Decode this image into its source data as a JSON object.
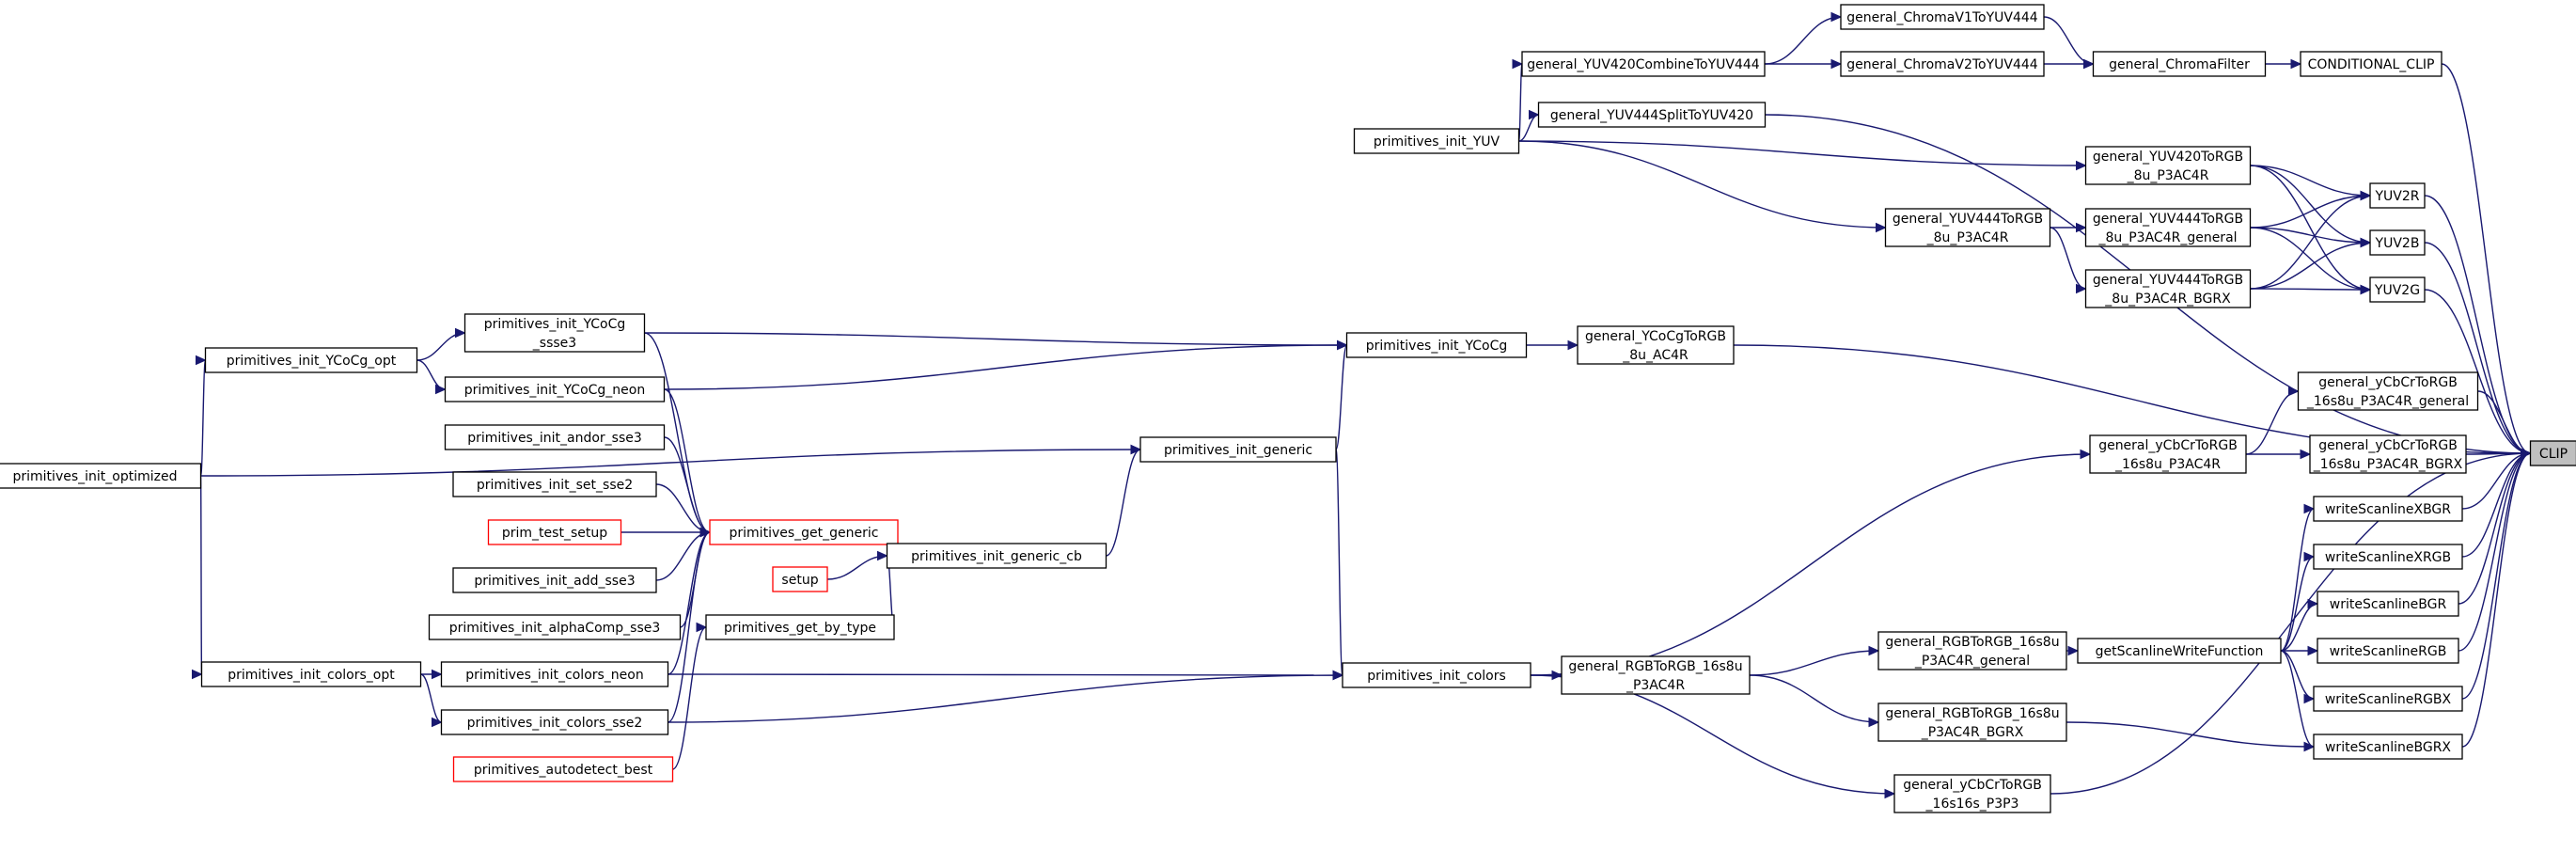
{
  "graph": {
    "title": "",
    "root": "CLIP",
    "nodes": [
      {
        "id": "clip",
        "lines": [
          "CLIP"
        ],
        "kind": "root"
      },
      {
        "id": "cond_clip",
        "lines": [
          "CONDITIONAL_CLIP"
        ],
        "kind": "normal"
      },
      {
        "id": "chroma_filter",
        "lines": [
          "general_ChromaFilter"
        ],
        "kind": "normal"
      },
      {
        "id": "chroma_v1",
        "lines": [
          "general_ChromaV1ToYUV444"
        ],
        "kind": "normal"
      },
      {
        "id": "chroma_v2",
        "lines": [
          "general_ChromaV2ToYUV444"
        ],
        "kind": "normal"
      },
      {
        "id": "yuv420combine",
        "lines": [
          "general_YUV420CombineToYUV444"
        ],
        "kind": "normal"
      },
      {
        "id": "yuv444split",
        "lines": [
          "general_YUV444SplitToYUV420"
        ],
        "kind": "normal"
      },
      {
        "id": "init_yuv",
        "lines": [
          "primitives_init_YUV"
        ],
        "kind": "normal"
      },
      {
        "id": "yuv420torgb",
        "lines": [
          "general_YUV420ToRGB",
          "_8u_P3AC4R"
        ],
        "kind": "normal"
      },
      {
        "id": "yuv444torgb",
        "lines": [
          "general_YUV444ToRGB",
          "_8u_P3AC4R"
        ],
        "kind": "normal"
      },
      {
        "id": "yuv444torgb_gen",
        "lines": [
          "general_YUV444ToRGB",
          "_8u_P3AC4R_general"
        ],
        "kind": "normal"
      },
      {
        "id": "yuv444torgb_bgrx",
        "lines": [
          "general_YUV444ToRGB",
          "_8u_P3AC4R_BGRX"
        ],
        "kind": "normal"
      },
      {
        "id": "yuv2r",
        "lines": [
          "YUV2R"
        ],
        "kind": "normal"
      },
      {
        "id": "yuv2b",
        "lines": [
          "YUV2B"
        ],
        "kind": "normal"
      },
      {
        "id": "yuv2g",
        "lines": [
          "YUV2G"
        ],
        "kind": "normal"
      },
      {
        "id": "ycocg_torgb",
        "lines": [
          "general_YCoCgToRGB",
          "_8u_AC4R"
        ],
        "kind": "normal"
      },
      {
        "id": "init_ycocg",
        "lines": [
          "primitives_init_YCoCg"
        ],
        "kind": "normal"
      },
      {
        "id": "init_ycocg_ssse3",
        "lines": [
          "primitives_init_YCoCg",
          "_ssse3"
        ],
        "kind": "normal"
      },
      {
        "id": "init_ycocg_neon",
        "lines": [
          "primitives_init_YCoCg_neon"
        ],
        "kind": "normal"
      },
      {
        "id": "init_ycocg_opt",
        "lines": [
          "primitives_init_YCoCg_opt"
        ],
        "kind": "normal"
      },
      {
        "id": "init_optimized",
        "lines": [
          "primitives_init_optimized"
        ],
        "kind": "normal"
      },
      {
        "id": "ycbcr_gen",
        "lines": [
          "general_yCbCrToRGB",
          "_16s8u_P3AC4R_general"
        ],
        "kind": "normal"
      },
      {
        "id": "ycbcr_bgrx",
        "lines": [
          "general_yCbCrToRGB",
          "_16s8u_P3AC4R_BGRX"
        ],
        "kind": "normal"
      },
      {
        "id": "ycbcr_p3ac4r",
        "lines": [
          "general_yCbCrToRGB",
          "_16s8u_P3AC4R"
        ],
        "kind": "normal"
      },
      {
        "id": "init_generic",
        "lines": [
          "primitives_init_generic"
        ],
        "kind": "normal"
      },
      {
        "id": "andor_sse3",
        "lines": [
          "primitives_init_andor_sse3"
        ],
        "kind": "normal"
      },
      {
        "id": "set_sse2",
        "lines": [
          "primitives_init_set_sse2"
        ],
        "kind": "normal"
      },
      {
        "id": "prim_test_setup",
        "lines": [
          "prim_test_setup"
        ],
        "kind": "red"
      },
      {
        "id": "get_generic",
        "lines": [
          "primitives_get_generic"
        ],
        "kind": "red"
      },
      {
        "id": "add_sse3",
        "lines": [
          "primitives_init_add_sse3"
        ],
        "kind": "normal"
      },
      {
        "id": "alphacomp_sse3",
        "lines": [
          "primitives_init_alphaComp_sse3"
        ],
        "kind": "normal"
      },
      {
        "id": "setup",
        "lines": [
          "setup"
        ],
        "kind": "red"
      },
      {
        "id": "init_generic_cb",
        "lines": [
          "primitives_init_generic_cb"
        ],
        "kind": "normal"
      },
      {
        "id": "get_by_type",
        "lines": [
          "primitives_get_by_type"
        ],
        "kind": "normal"
      },
      {
        "id": "autodetect_best",
        "lines": [
          "primitives_autodetect_best"
        ],
        "kind": "red"
      },
      {
        "id": "init_colors_opt",
        "lines": [
          "primitives_init_colors_opt"
        ],
        "kind": "normal"
      },
      {
        "id": "init_colors_neon",
        "lines": [
          "primitives_init_colors_neon"
        ],
        "kind": "normal"
      },
      {
        "id": "init_colors_sse2",
        "lines": [
          "primitives_init_colors_sse2"
        ],
        "kind": "normal"
      },
      {
        "id": "init_colors",
        "lines": [
          "primitives_init_colors"
        ],
        "kind": "normal"
      },
      {
        "id": "rgbtorgb",
        "lines": [
          "general_RGBToRGB_16s8u",
          "_P3AC4R"
        ],
        "kind": "normal"
      },
      {
        "id": "rgbtorgb_gen",
        "lines": [
          "general_RGBToRGB_16s8u",
          "_P3AC4R_general"
        ],
        "kind": "normal"
      },
      {
        "id": "rgbtorgb_bgrx",
        "lines": [
          "general_RGBToRGB_16s8u",
          "_P3AC4R_BGRX"
        ],
        "kind": "normal"
      },
      {
        "id": "ycbcr_p3p3",
        "lines": [
          "general_yCbCrToRGB",
          "_16s16s_P3P3"
        ],
        "kind": "normal"
      },
      {
        "id": "get_scanline",
        "lines": [
          "getScanlineWriteFunction"
        ],
        "kind": "normal"
      },
      {
        "id": "ws_xbgr",
        "lines": [
          "writeScanlineXBGR"
        ],
        "kind": "normal"
      },
      {
        "id": "ws_xrgb",
        "lines": [
          "writeScanlineXRGB"
        ],
        "kind": "normal"
      },
      {
        "id": "ws_bgr",
        "lines": [
          "writeScanlineBGR"
        ],
        "kind": "normal"
      },
      {
        "id": "ws_rgb",
        "lines": [
          "writeScanlineRGB"
        ],
        "kind": "normal"
      },
      {
        "id": "ws_rgbx",
        "lines": [
          "writeScanlineRGBX"
        ],
        "kind": "normal"
      },
      {
        "id": "ws_bgrx",
        "lines": [
          "writeScanlineBGRX"
        ],
        "kind": "normal"
      }
    ],
    "edges": [
      [
        "cond_clip",
        "clip"
      ],
      [
        "chroma_filter",
        "cond_clip"
      ],
      [
        "chroma_v1",
        "chroma_filter"
      ],
      [
        "chroma_v2",
        "chroma_filter"
      ],
      [
        "yuv420combine",
        "chroma_v1"
      ],
      [
        "yuv420combine",
        "chroma_v2"
      ],
      [
        "init_yuv",
        "yuv420combine"
      ],
      [
        "init_yuv",
        "yuv444split"
      ],
      [
        "yuv444split",
        "clip"
      ],
      [
        "init_yuv",
        "yuv420torgb"
      ],
      [
        "init_yuv",
        "yuv444torgb"
      ],
      [
        "yuv444torgb",
        "yuv444torgb_gen"
      ],
      [
        "yuv444torgb",
        "yuv444torgb_bgrx"
      ],
      [
        "yuv420torgb",
        "yuv2r"
      ],
      [
        "yuv420torgb",
        "yuv2b"
      ],
      [
        "yuv420torgb",
        "yuv2g"
      ],
      [
        "yuv444torgb_gen",
        "yuv2r"
      ],
      [
        "yuv444torgb_gen",
        "yuv2b"
      ],
      [
        "yuv444torgb_gen",
        "yuv2g"
      ],
      [
        "yuv444torgb_bgrx",
        "yuv2r"
      ],
      [
        "yuv444torgb_bgrx",
        "yuv2b"
      ],
      [
        "yuv444torgb_bgrx",
        "yuv2g"
      ],
      [
        "yuv2r",
        "clip"
      ],
      [
        "yuv2b",
        "clip"
      ],
      [
        "yuv2g",
        "clip"
      ],
      [
        "ycocg_torgb",
        "clip"
      ],
      [
        "init_ycocg",
        "ycocg_torgb"
      ],
      [
        "init_ycocg_ssse3",
        "init_ycocg"
      ],
      [
        "init_ycocg_neon",
        "init_ycocg"
      ],
      [
        "init_ycocg_opt",
        "init_ycocg_ssse3"
      ],
      [
        "init_ycocg_opt",
        "init_ycocg_neon"
      ],
      [
        "init_optimized",
        "init_ycocg_opt"
      ],
      [
        "init_optimized",
        "init_colors_opt"
      ],
      [
        "init_optimized",
        "init_generic"
      ],
      [
        "init_generic",
        "init_ycocg"
      ],
      [
        "init_generic",
        "init_colors"
      ],
      [
        "init_generic_cb",
        "init_generic"
      ],
      [
        "get_generic",
        "init_generic_cb"
      ],
      [
        "setup",
        "init_generic_cb"
      ],
      [
        "get_by_type",
        "init_generic_cb"
      ],
      [
        "init_ycocg_ssse3",
        "get_generic"
      ],
      [
        "init_ycocg_neon",
        "get_generic"
      ],
      [
        "andor_sse3",
        "get_generic"
      ],
      [
        "set_sse2",
        "get_generic"
      ],
      [
        "prim_test_setup",
        "get_generic"
      ],
      [
        "add_sse3",
        "get_generic"
      ],
      [
        "alphacomp_sse3",
        "get_generic"
      ],
      [
        "init_colors_neon",
        "get_generic"
      ],
      [
        "init_colors_sse2",
        "get_generic"
      ],
      [
        "autodetect_best",
        "get_by_type"
      ],
      [
        "init_colors_opt",
        "init_colors_neon"
      ],
      [
        "init_colors_opt",
        "init_colors_sse2"
      ],
      [
        "init_colors_neon",
        "init_colors"
      ],
      [
        "init_colors_sse2",
        "init_colors"
      ],
      [
        "init_colors",
        "ycbcr_p3ac4r"
      ],
      [
        "init_colors",
        "rgbtorgb"
      ],
      [
        "init_colors",
        "ycbcr_p3p3"
      ],
      [
        "ycbcr_p3ac4r",
        "ycbcr_gen"
      ],
      [
        "ycbcr_p3ac4r",
        "ycbcr_bgrx"
      ],
      [
        "ycbcr_gen",
        "clip"
      ],
      [
        "ycbcr_bgrx",
        "clip"
      ],
      [
        "rgbtorgb",
        "rgbtorgb_gen"
      ],
      [
        "rgbtorgb",
        "rgbtorgb_bgrx"
      ],
      [
        "rgbtorgb_gen",
        "get_scanline"
      ],
      [
        "rgbtorgb_bgrx",
        "ws_bgrx"
      ],
      [
        "get_scanline",
        "ws_xbgr"
      ],
      [
        "get_scanline",
        "ws_xrgb"
      ],
      [
        "get_scanline",
        "ws_bgr"
      ],
      [
        "get_scanline",
        "ws_rgb"
      ],
      [
        "get_scanline",
        "ws_rgbx"
      ],
      [
        "get_scanline",
        "ws_bgrx"
      ],
      [
        "ws_xbgr",
        "clip"
      ],
      [
        "ws_xrgb",
        "clip"
      ],
      [
        "ws_bgr",
        "clip"
      ],
      [
        "ws_rgb",
        "clip"
      ],
      [
        "ws_rgbx",
        "clip"
      ],
      [
        "ws_bgrx",
        "clip"
      ],
      [
        "ycbcr_p3p3",
        "clip"
      ]
    ]
  }
}
